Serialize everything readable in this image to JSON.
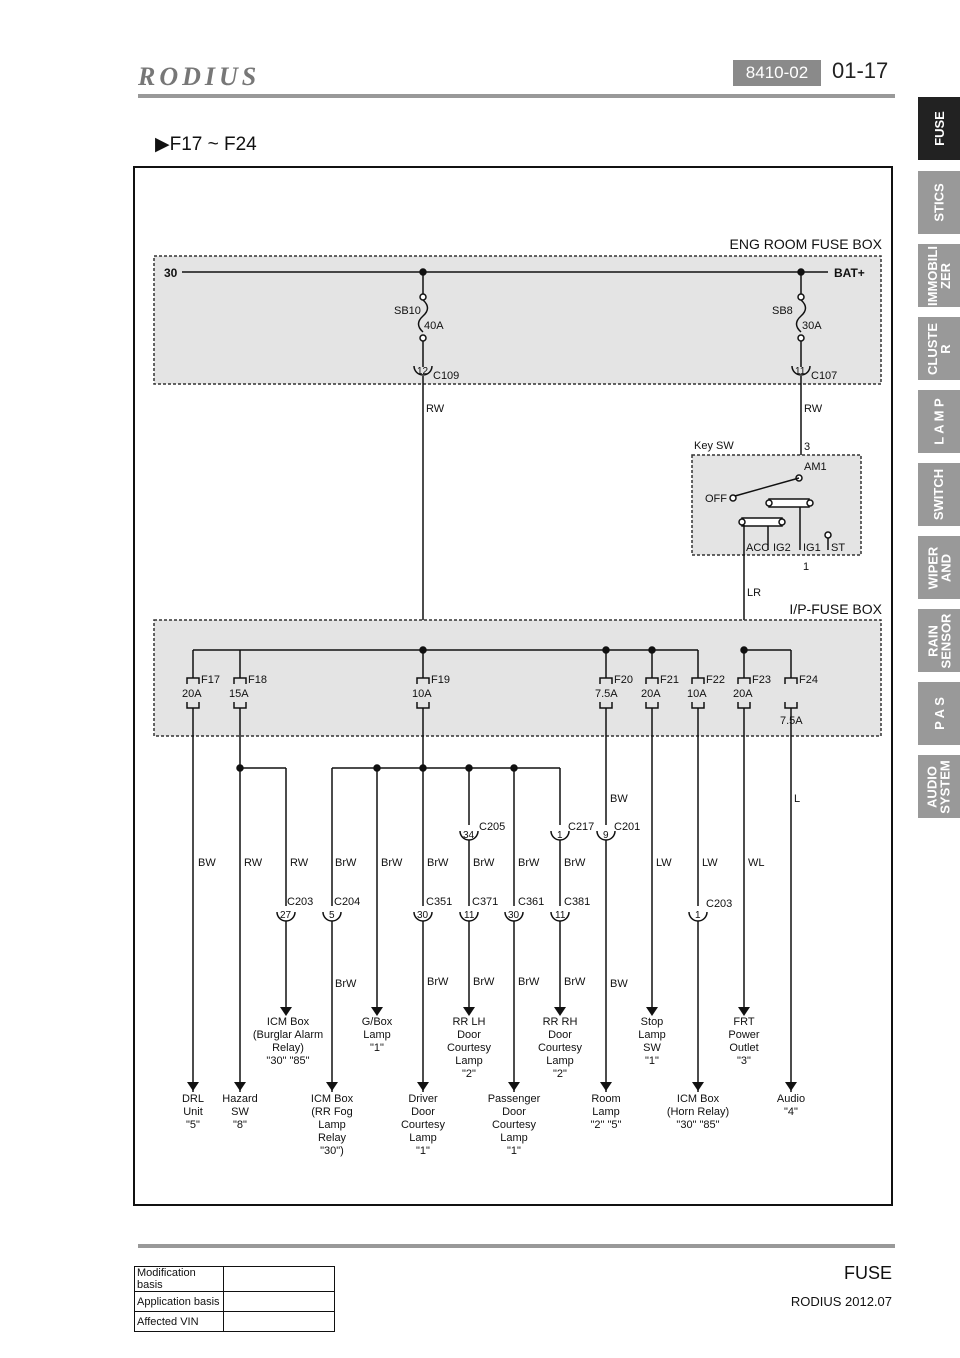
{
  "header": {
    "logo": "RODIUS",
    "code": "8410-02",
    "page": "01-17"
  },
  "section_title": "▶F17 ~ F24",
  "tabs": [
    "FUSE",
    "STICS",
    "IMMOBILI\nZER",
    "CLUSTE\nR",
    "L A M P",
    "SWITCH",
    "WIPER\nAND",
    "RAIN\nSENSOR",
    "P A S",
    "AUDIO\nSYSTEM"
  ],
  "diagram": {
    "eng_box_title": "ENG ROOM FUSE BOX",
    "ip_box_title": "I/P-FUSE BOX",
    "key_sw_title": "Key SW",
    "bus_30": "30",
    "bat": "BAT+",
    "sb10": "SB10",
    "sb10_amp": "40A",
    "sb8": "SB8",
    "sb8_amp": "30A",
    "c109_pin": "12",
    "c109": "C109",
    "c107_pin": "11",
    "c107": "C107",
    "rw1": "RW",
    "rw2": "RW",
    "key_pin3": "3",
    "am1": "AM1",
    "off": "OFF",
    "acc": "ACC",
    "ig2": "IG2",
    "ig1": "IG1",
    "st": "ST",
    "key_pin1": "1",
    "lr": "LR",
    "fuses": [
      {
        "name": "F17",
        "amp": "20A"
      },
      {
        "name": "F18",
        "amp": "15A"
      },
      {
        "name": "F19",
        "amp": "10A"
      },
      {
        "name": "F20",
        "amp": "7.5A"
      },
      {
        "name": "F21",
        "amp": "20A"
      },
      {
        "name": "F22",
        "amp": "10A"
      },
      {
        "name": "F23",
        "amp": "20A"
      },
      {
        "name": "F24",
        "amp": "7.5A"
      }
    ],
    "bw_mid": "BW",
    "l_mid": "L",
    "connectors": [
      {
        "pin": "34",
        "name": "C205"
      },
      {
        "pin": "1",
        "name": "C217"
      },
      {
        "pin": "9",
        "name": "C201"
      },
      {
        "pin": "27",
        "name": "C203"
      },
      {
        "pin": "5",
        "name": "C204"
      },
      {
        "pin": "30",
        "name": "C351"
      },
      {
        "pin": "11",
        "name": "C371"
      },
      {
        "pin": "30",
        "name": "C361"
      },
      {
        "pin": "11",
        "name": "C381"
      },
      {
        "pin": "1",
        "name": "C203"
      }
    ],
    "wire_row": [
      "BW",
      "RW",
      "RW",
      "BrW",
      "BrW",
      "BrW",
      "BrW",
      "BrW",
      "BrW",
      "LW",
      "LW",
      "WL"
    ],
    "lower_wires": [
      "BrW",
      "BrW",
      "BrW",
      "BrW",
      "BrW",
      "BW"
    ],
    "upper_loads": [
      {
        "text": "ICM Box\n(Burglar Alarm\nRelay)\n\"30\" \"85\""
      },
      {
        "text": "G/Box\nLamp\n\"1\""
      },
      {
        "text": "RR LH\nDoor\nCourtesy\nLamp\n\"2\""
      },
      {
        "text": "RR RH\nDoor\nCourtesy\nLamp\n\"2\""
      },
      {
        "text": "Stop\nLamp\nSW\n\"1\""
      },
      {
        "text": "FRT\nPower\nOutlet\n\"3\""
      }
    ],
    "lower_loads": [
      {
        "text": "DRL\nUnit\n\"5\""
      },
      {
        "text": "Hazard\nSW\n\"8\""
      },
      {
        "text": "ICM Box\n(RR Fog\nLamp\nRelay\n\"30\")"
      },
      {
        "text": "Driver\nDoor\nCourtesy\nLamp\n\"1\""
      },
      {
        "text": "Passenger\nDoor\nCourtesy\nLamp\n\"1\""
      },
      {
        "text": "Room\nLamp\n\"2\" \"5\""
      },
      {
        "text": "ICM Box\n(Horn Relay)\n\"30\" \"85\""
      },
      {
        "text": "Audio\n\"4\""
      }
    ]
  },
  "footer": {
    "section": "FUSE",
    "model": "RODIUS 2012.07",
    "table": [
      {
        "label": "Modification basis",
        "value": ""
      },
      {
        "label": "Application basis",
        "value": ""
      },
      {
        "label": "Affected VIN",
        "value": ""
      }
    ]
  }
}
